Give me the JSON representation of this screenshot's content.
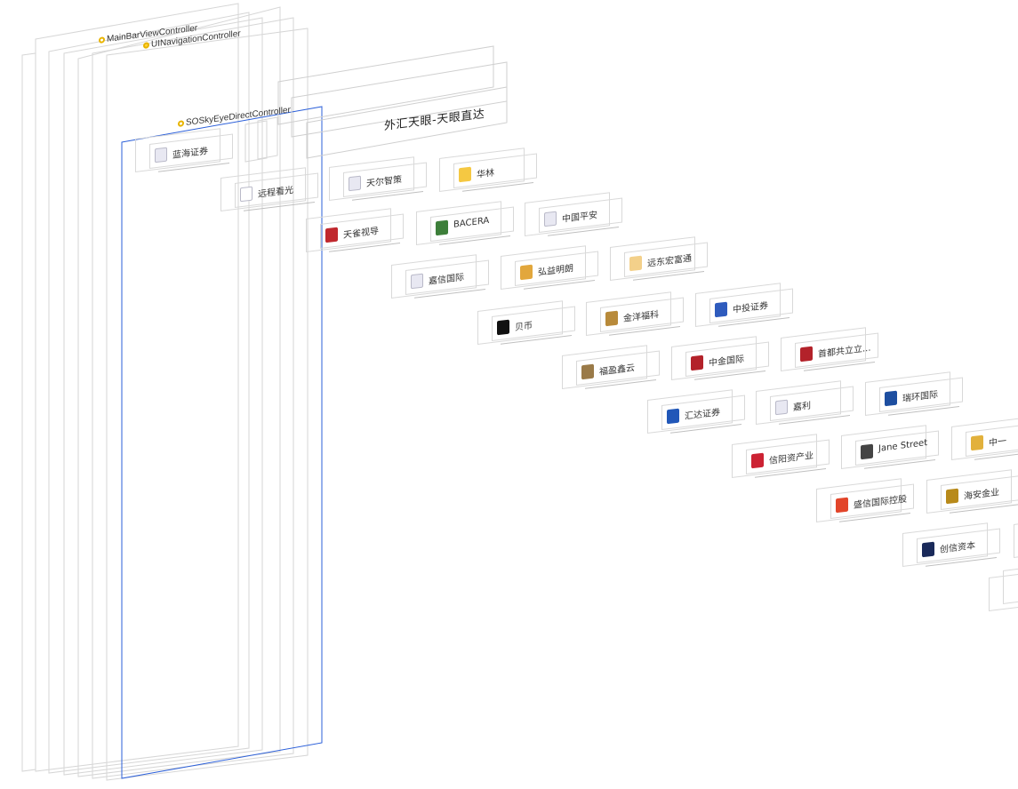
{
  "view_controllers": {
    "main_bar": "MainBarViewController",
    "navigation": "UINavigationController",
    "sky_eye": "SOSkyEyeDirectController"
  },
  "nav_bar": {
    "title": "外汇天眼-天眼直达"
  },
  "cells": [
    {
      "name": "蓝海证券",
      "logo_color": "#e8e8f2",
      "icon": "shield-icon"
    },
    {
      "name": "远程看光",
      "logo_color": "#ffffff",
      "icon": "abstract-logo-icon"
    },
    {
      "name": "天尔智策",
      "logo_color": "#e8e8f2",
      "icon": "shield-icon"
    },
    {
      "name": "华林",
      "logo_color": "#f5c842",
      "icon": "diamond-logo-icon"
    },
    {
      "name": "天雀视导",
      "logo_color": "#c0282e",
      "icon": "square-logo-icon"
    },
    {
      "name": "BACERA",
      "logo_color": "#3d7f3a",
      "icon": "s-logo-icon"
    },
    {
      "name": "中国平安",
      "logo_color": "#e8e8f2",
      "icon": "shield-icon"
    },
    {
      "name": "嘉信国际",
      "logo_color": "#e8e8f2",
      "icon": "shield-icon"
    },
    {
      "name": "弘益明朗",
      "logo_color": "#e2a73c",
      "icon": "grid-logo-icon"
    },
    {
      "name": "远东宏富通",
      "logo_color": "#f3d08a",
      "icon": "circle-logo-icon"
    },
    {
      "name": "贝币",
      "logo_color": "#111111",
      "icon": "b-logo-icon"
    },
    {
      "name": "金洋福科",
      "logo_color": "#b88a3a",
      "icon": "g-logo-icon"
    },
    {
      "name": "中投证券",
      "logo_color": "#2e5bbd",
      "icon": "swirl-logo-icon"
    },
    {
      "name": "福盈鑫云",
      "logo_color": "#9a7a48",
      "icon": "hook-logo-icon"
    },
    {
      "name": "中金国际",
      "logo_color": "#b3222a",
      "icon": "seal-logo-icon"
    },
    {
      "name": "首都共立立...",
      "logo_color": "#b3222a",
      "icon": "swoosh-logo-icon"
    },
    {
      "name": "汇达证券",
      "logo_color": "#2157b8",
      "icon": "f-logo-icon"
    },
    {
      "name": "嘉利",
      "logo_color": "#e8e8f2",
      "icon": "shield-icon"
    },
    {
      "name": "瑞环国际",
      "logo_color": "#1d4ea0",
      "icon": "c-logo-icon"
    },
    {
      "name": "信阳资产业",
      "logo_color": "#cc2233",
      "icon": "s-red-logo-icon"
    },
    {
      "name": "Jane Street",
      "logo_color": "#444444",
      "icon": "ring-logo-icon"
    },
    {
      "name": "中一",
      "logo_color": "#e2b13c",
      "icon": "cf-logo-icon"
    },
    {
      "name": "盛信国际控股",
      "logo_color": "#e2452a",
      "icon": "diamond-red-logo-icon"
    },
    {
      "name": "海安金业",
      "logo_color": "#b88a1a",
      "icon": "gold-logo-icon"
    },
    {
      "name": "创信资本",
      "logo_color": "#1a2a5a",
      "icon": "clc-logo-icon"
    }
  ]
}
